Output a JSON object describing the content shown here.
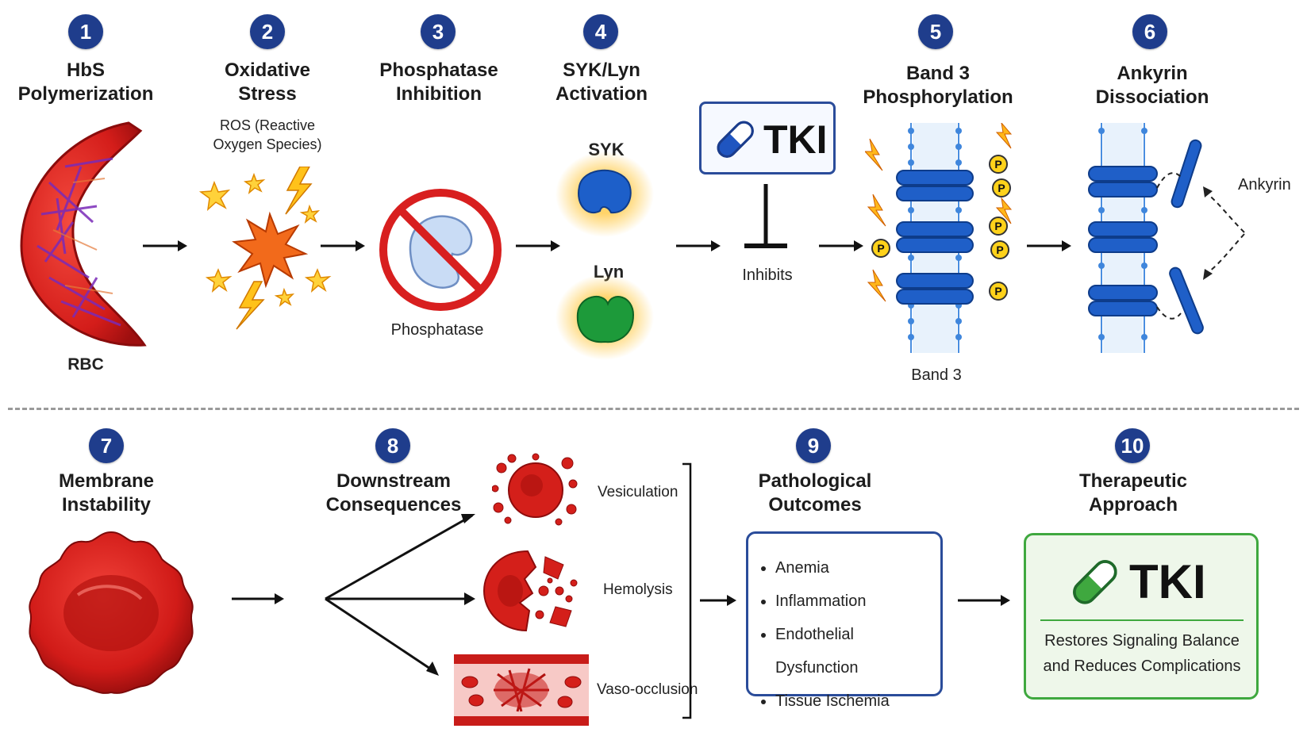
{
  "steps": [
    {
      "number": "1",
      "title": [
        "HbS",
        "Polymerization"
      ]
    },
    {
      "number": "2",
      "title": [
        "Oxidative",
        "Stress"
      ]
    },
    {
      "number": "3",
      "title": [
        "Phosphatase",
        "Inhibition"
      ]
    },
    {
      "number": "4",
      "title": [
        "SYK/Lyn",
        "Activation"
      ]
    },
    {
      "number": "5",
      "title": [
        "Band 3",
        "Phosphorylation"
      ]
    },
    {
      "number": "6",
      "title": [
        "Ankyrin",
        "Dissociation"
      ]
    },
    {
      "number": "7",
      "title": [
        "Membrane",
        "Instability"
      ]
    },
    {
      "number": "8",
      "title": [
        "Downstream",
        "Consequences"
      ]
    },
    {
      "number": "9",
      "title": [
        "Pathological",
        "Outcomes"
      ]
    },
    {
      "number": "10",
      "title": [
        "Therapeutic",
        "Approach"
      ]
    }
  ],
  "labels": {
    "rbc": "RBC",
    "ros_line1": "ROS (Reactive",
    "ros_line2": "Oxygen Species)",
    "phosphatase": "Phosphatase",
    "syk": "SYK",
    "lyn": "Lyn",
    "tki": "TKI",
    "inhibits": "Inhibits",
    "band3": "Band 3",
    "ankyrin": "Ankyrin",
    "p": "P",
    "vesiculation": "Vesiculation",
    "hemolysis": "Hemolysis",
    "vaso": "Vaso-occlusion"
  },
  "outcomes": [
    "Anemia",
    "Inflammation",
    "Endothelial Dysfunction",
    "Tissue Ischemia"
  ],
  "therapy": {
    "drug": "TKI",
    "line1": "Restores Signaling Balance",
    "line2": "and Reduces Complications"
  },
  "colors": {
    "badge": "#1f3d8c",
    "rbc_red": "#d8201f",
    "membrane_blue": "#2a6fd6",
    "syk_blue": "#1d5fc9",
    "lyn_green": "#1d9a3a",
    "tki_green": "#3fa83f"
  }
}
